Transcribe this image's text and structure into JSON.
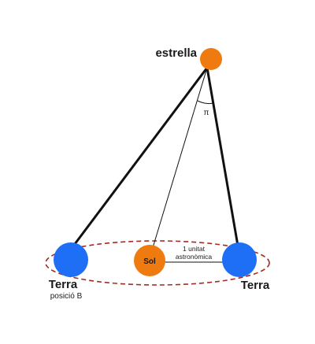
{
  "labels": {
    "star": "estrella",
    "parallax_symbol": "π",
    "sun": "Sol",
    "au_line1": "1 unitat",
    "au_line2": "astronòmica",
    "earth_b": "Terra",
    "earth_b_sub": "posició B",
    "earth_a": "Terra"
  },
  "colors": {
    "star": "#ee7a10",
    "sun": "#ee7a10",
    "earth": "#1e6ff5",
    "orbit": "#a42a24",
    "lines": "#111111"
  }
}
